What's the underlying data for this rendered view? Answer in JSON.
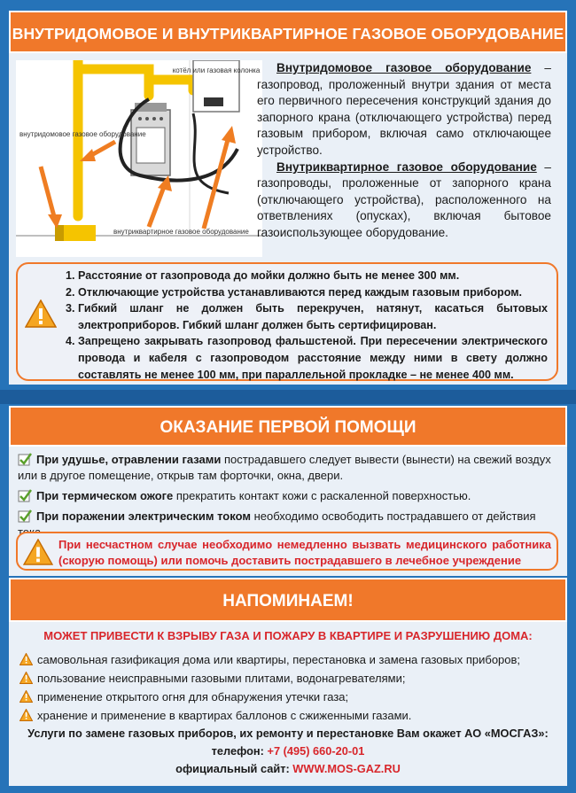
{
  "section1": {
    "title": "ВНУТРИДОМОВОЕ  И ВНУТРИКВАРТИРНОЕ ГАЗОВОЕ ОБОРУДОВАНИЕ",
    "figure_labels": {
      "boiler": "котёл или газовая колонка",
      "inhouse": "внутридомовое газовое оборудование",
      "inapartment": "внутриквартирное газовое оборудование"
    },
    "def1_term": "Внутридомовое газовое оборудование",
    "def1_text": " – газопровод, проложенный внутри здания от места его первичного пересечения конструкций здания до запорного крана (отключающего устройства) перед газовым прибором, включая само отключающее устройство.",
    "def2_term": "Внутриквартирное газовое оборудование",
    "def2_text": " – газопроводы, проложенные от запорного крана (отключающего устройства), расположенного на ответвлениях (опусках), включая бытовое газоиспользующее оборудование.",
    "rules": [
      "Расстояние от газопровода до мойки должно быть не менее 300 мм.",
      "Отключающие устройства устанавливаются перед каждым газовым прибором.",
      "Гибкий шланг не должен быть перекручен, натянут, касаться бытовых электроприборов. Гибкий шланг должен быть сертифицирован.",
      "Запрещено закрывать газопровод фальшстеной. При пересечении электрического провода и кабеля с газопроводом расстояние между ними в свету должно составлять не менее 100 мм, при параллельной прокладке – не менее 400 мм."
    ]
  },
  "section2": {
    "title": "ОКАЗАНИЕ ПЕРВОЙ ПОМОЩИ",
    "items": [
      {
        "bold": "При удушье, отравлении газами",
        "text": " пострадавшего следует вывести (вынести) на свежий воздух или  в другое помещение, открыв там форточки, окна, двери."
      },
      {
        "bold": "При термическом ожоге",
        "text": " прекратить контакт кожи с раскаленной поверхностью."
      },
      {
        "bold": "При поражении  электрическим  током",
        "text": " необходимо освободить пострадавшего от действия тока."
      }
    ],
    "alert": "При несчастном случае необходимо немедленно вызвать медицинского работника (скорую помощь) или помочь доставить пострадавшего в лечебное учреждение"
  },
  "section3": {
    "title": "НАПОМИНАЕМ!",
    "danger": "МОЖЕТ ПРИВЕСТИ К ВЗРЫВУ ГАЗА И ПОЖАРУ В КВАРТИРЕ И РАЗРУШЕНИЮ ДОМА:",
    "items": [
      "самовольная газификация дома или квартиры, перестановка и замена газовых приборов;",
      "пользование неисправными газовыми плитами, водонагревателями;",
      "применение открытого огня для обнаружения утечки газа;",
      "хранение и применение в квартирах баллонов с сжиженными газами."
    ],
    "services": "Услуги по замене газовых приборов, их ремонту и перестановке Вам окажет АО «МОСГАЗ»:",
    "phone_label": "телефон: ",
    "phone": "+7 (495) 660-20-01",
    "site_label": "официальный сайт: ",
    "site": "WWW.MOS-GAZ.RU"
  },
  "colors": {
    "blue": "#2673b8",
    "orange": "#f0782a",
    "red": "#d8262b",
    "pipe": "#f5c400"
  }
}
